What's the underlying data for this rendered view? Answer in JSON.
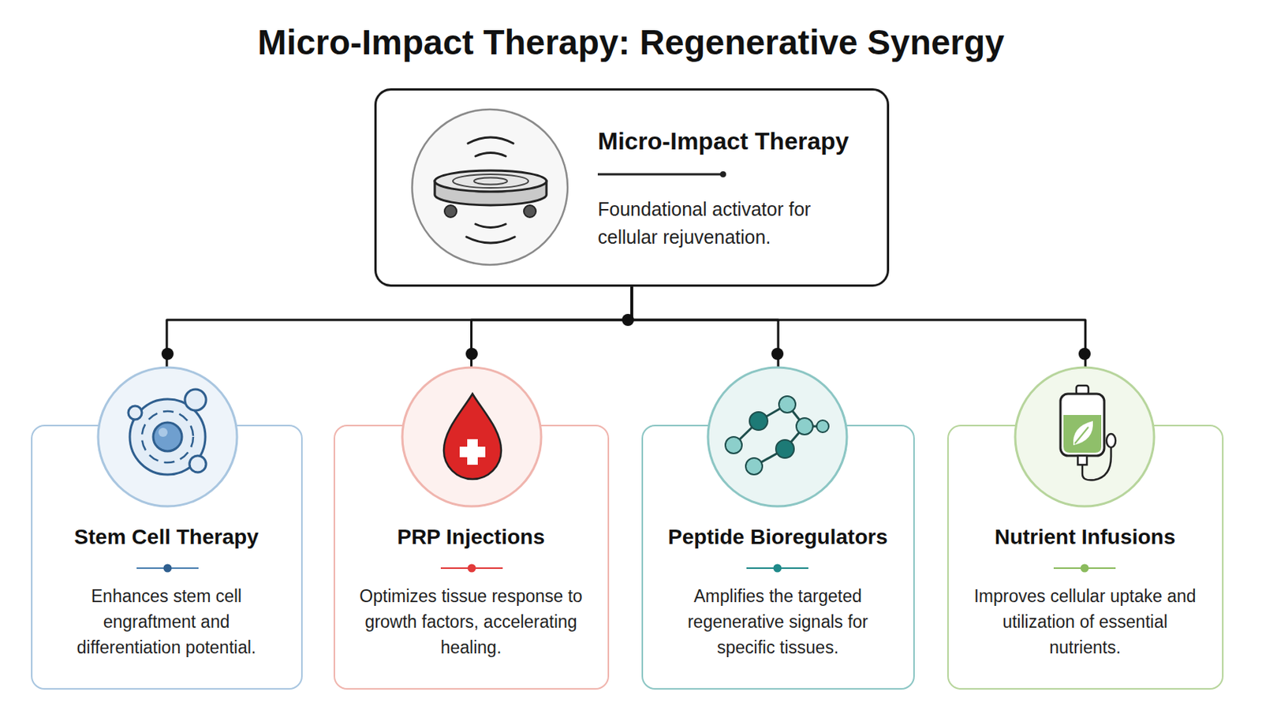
{
  "diagram": {
    "title": "Micro-Impact Therapy: Regenerative Synergy",
    "nodes": [
      {
        "text": [
          "Micro-Impact Therapy",
          "Foundational activator for cellular rejuvenation."
        ]
      },
      {
        "text": [
          "Stem Cell Therapy",
          "Enhances stem cell engraftment and differentiation potential."
        ]
      },
      {
        "text": [
          "PRP Injections",
          "Optimizes tissue response to growth factors, accelerating healing."
        ]
      },
      {
        "text": [
          "Peptide Bioregulators",
          "Amplifies the targeted regenerative signals for specific tissues."
        ]
      },
      {
        "text": [
          "Nutrient Infusions",
          "Improves cellular uptake and utilization of essential nutrients."
        ]
      }
    ],
    "edges": [
      {
        "from": 0,
        "to": 1,
        "arrow": "none"
      },
      {
        "from": 0,
        "to": 2,
        "arrow": "none"
      },
      {
        "from": 0,
        "to": 3,
        "arrow": "none"
      },
      {
        "from": 0,
        "to": 4,
        "arrow": "none"
      }
    ]
  }
}
